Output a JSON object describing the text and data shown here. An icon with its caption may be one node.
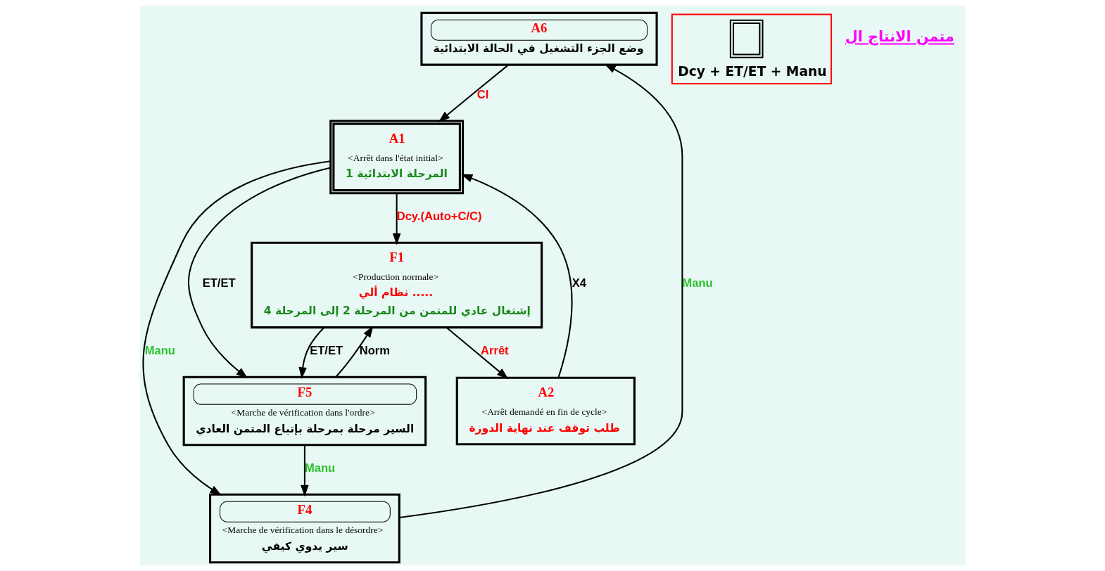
{
  "diagram": {
    "nodes": [
      {
        "text": [
          "A6",
          "وضع الجزء التشغيل في الحالة الابتدائية"
        ]
      },
      {
        "text": [
          "A1",
          "<Arrêt dans l'état initial>",
          "المرحلة الابتدائية 1"
        ]
      },
      {
        "text": [
          "A2",
          "<Arrêt demandé en fin de cycle>",
          "طلب توقف عند نهاية الدورة"
        ]
      },
      {
        "text": [
          "F1",
          "<Production normale>",
          "نظام ألي .....",
          "إشتغال عادي للمتمن من المرحلة 2 إلى المرحلة 4"
        ]
      },
      {
        "text": [
          "F4",
          "<Marche de vérification dans le désordre>",
          "سير يدوي كيفي"
        ]
      },
      {
        "text": [
          "F5",
          "<Marche de vérification dans l'ordre>",
          "السير مرحلة بمرحلة بإتباع المتمن العادي"
        ]
      },
      {
        "text": [
          "Dcy + ET/ET + Manu"
        ]
      },
      {
        "text": [],
        "shape": "box",
        "in": 6
      }
    ],
    "edges": [
      {
        "from": 4,
        "to": 0,
        "arrow": "to",
        "label": "Manu"
      },
      {
        "from": 0,
        "to": 1,
        "arrow": "to",
        "label": "CI"
      },
      {
        "from": 1,
        "to": 4,
        "arrow": "to",
        "label": "Manu"
      },
      {
        "from": 1,
        "to": 5,
        "arrow": "to",
        "label": "ET/ET"
      },
      {
        "from": 1,
        "to": 3,
        "arrow": "to",
        "label": "Dcy.(Auto+C/C)"
      },
      {
        "from": 2,
        "to": 1,
        "arrow": "to",
        "label": "X4"
      },
      {
        "from": 3,
        "to": 2,
        "arrow": "to",
        "label": "Arrêt"
      },
      {
        "from": 5,
        "to": 4,
        "arrow": "to",
        "label": "Manu"
      },
      {
        "from": 5,
        "to": 3,
        "arrow": "to",
        "label": "Norm"
      },
      {
        "from": 3,
        "to": 5,
        "arrow": "to",
        "label": "ET/ET"
      }
    ],
    "labels": [
      "متمن الانتاج ال"
    ]
  }
}
